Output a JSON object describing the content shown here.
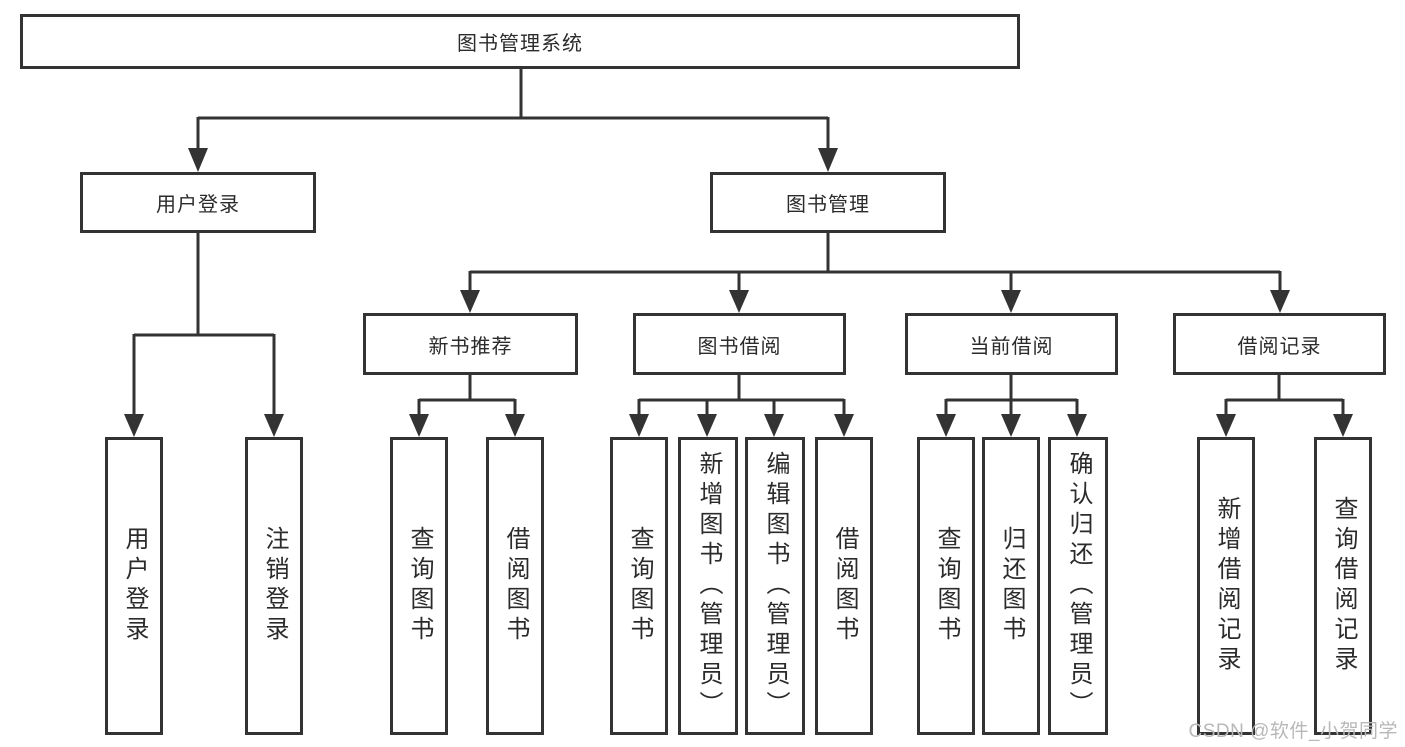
{
  "diagram": {
    "title": "图书管理系统",
    "branches": [
      {
        "label": "用户登录",
        "children": [
          "用户登录",
          "注销登录"
        ]
      },
      {
        "label": "图书管理",
        "groups": [
          {
            "label": "新书推荐",
            "children": [
              "查询图书",
              "借阅图书"
            ]
          },
          {
            "label": "图书借阅",
            "children": [
              "查询图书",
              "新增图书（管理员）",
              "编辑图书（管理员）",
              "借阅图书"
            ]
          },
          {
            "label": "当前借阅",
            "children": [
              "查询图书",
              "归还图书",
              "确认归还（管理员）"
            ]
          },
          {
            "label": "借阅记录",
            "children": [
              "新增借阅记录",
              "查询借阅记录"
            ]
          }
        ]
      }
    ]
  },
  "watermark": "CSDN @软件_小贺同学",
  "colors": {
    "line": "#333333",
    "text": "#2b2b2b",
    "watermark": "#b8b8b8",
    "background": "#ffffff"
  }
}
